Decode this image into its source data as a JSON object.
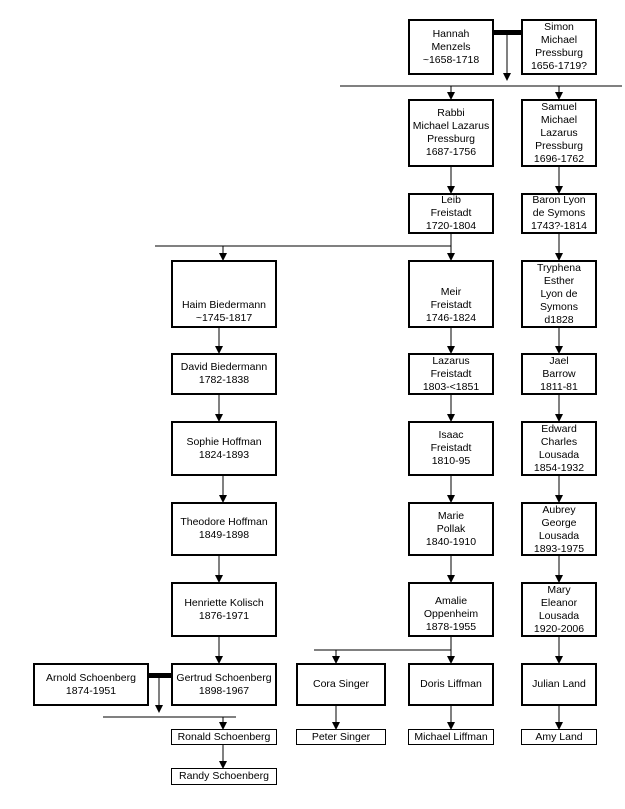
{
  "people": {
    "hannah": "Hannah\nMenzels\n~1658-1718",
    "simon": "Simon\nMichael\nPressburg\n1656-1719?",
    "rabbi_michael": "Rabbi\nMichael Lazarus\nPressburg\n1687-1756",
    "samuel": "Samuel\nMichael\nLazarus\nPressburg\n1696-1762",
    "leib": "Leib\nFreistadt\n1720-1804",
    "baron": "Baron Lyon\nde Symons\n1743?-1814",
    "haim": "Haim Biedermann\n~1745-1817",
    "meir": "Meir\nFreistadt\n1746-1824",
    "tryphena": "Tryphena\nEsther\nLyon de\nSymons\nd1828",
    "david": "David Biedermann\n1782-1838",
    "lazarus": "Lazarus\nFreistadt\n1803-<1851",
    "jael": "Jael\nBarrow\n1811-81",
    "sophie": "Sophie Hoffman\n1824-1893",
    "isaac": "Isaac\nFreistadt\n1810-95",
    "edward": "Edward\nCharles\nLousada\n1854-1932",
    "theodore": "Theodore Hoffman\n1849-1898",
    "marie": "Marie\nPollak\n1840-1910",
    "aubrey": "Aubrey\nGeorge\nLousada\n1893-1975",
    "henriette": "Henriette Kolisch\n1876-1971",
    "amalie": "Amalie\nOppenheim\n1878-1955",
    "mary": "Mary\nEleanor\nLousada\n1920-2006",
    "arnold": "Arnold Schoenberg\n1874-1951",
    "gertrud": "Gertrud Schoenberg\n1898-1967",
    "cora": "Cora Singer",
    "doris": "Doris Liffman",
    "julian": "Julian Land",
    "ronald": "Ronald Schoenberg",
    "peter": "Peter Singer",
    "michael_liffman": "Michael Liffman",
    "amy": "Amy Land",
    "randy": "Randy Schoenberg"
  },
  "colors": {
    "line": "#000000",
    "box_border": "#000000",
    "background": "#ffffff"
  }
}
